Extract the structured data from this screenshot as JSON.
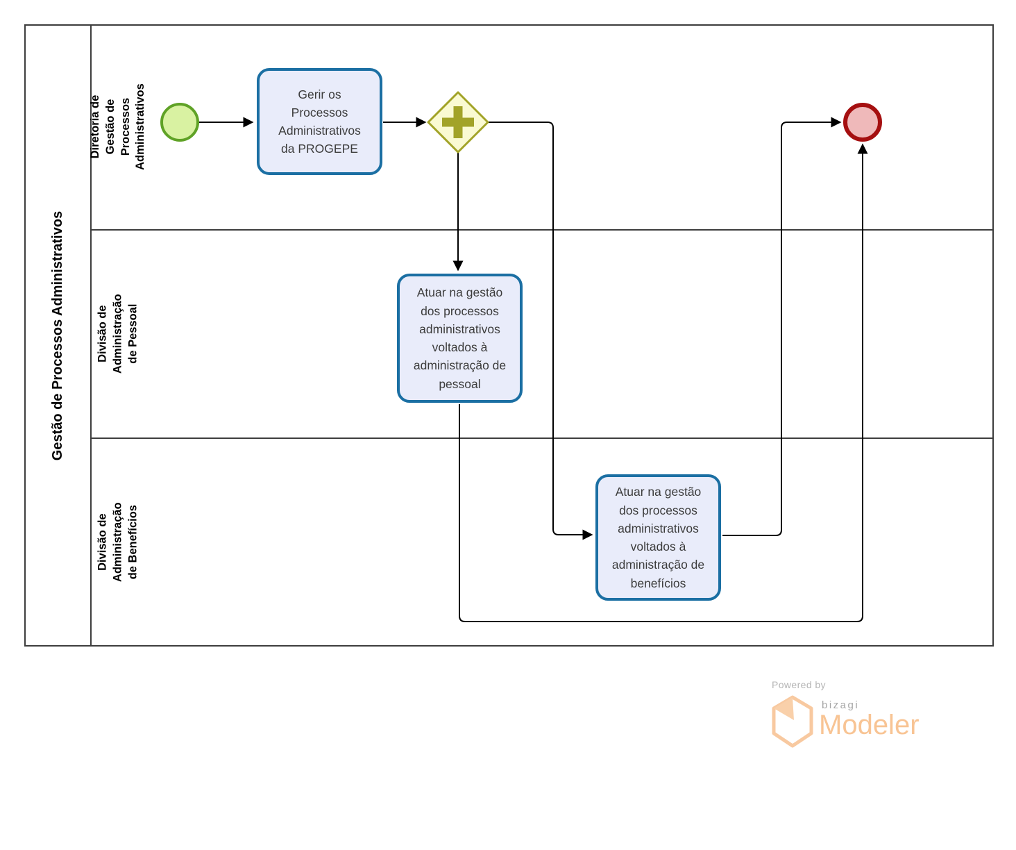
{
  "diagram": {
    "pool_title": "Gestão de Processos Administrativos",
    "lanes": [
      {
        "label": "Diretoria de Gestão de Processos Administrativos"
      },
      {
        "label": "Divisão de Administração de Pessoal"
      },
      {
        "label": "Divisão de Administração de Benefícios"
      }
    ],
    "nodes": {
      "start_event": {
        "kind": "start-event"
      },
      "task_gerir": {
        "label": "Gerir os Processos Administrativos da PROGEPE"
      },
      "gateway": {
        "kind": "parallel-gateway"
      },
      "task_pessoal": {
        "label": "Atuar na gestão dos processos administrativos voltados à administração de pessoal"
      },
      "task_beneficios": {
        "label": "Atuar na gestão dos processos administrativos voltados à administração de benefícios"
      },
      "end_event": {
        "kind": "end-event"
      }
    },
    "colors": {
      "task_fill": "#e9ecfa",
      "task_border": "#1b6fa3",
      "gateway_fill": "#fafad2",
      "gateway_border": "#a2a328",
      "start_fill": "#d9f2a2",
      "start_border": "#5fa226",
      "end_fill": "#efb9ba",
      "end_border": "#a50f10",
      "flow_line": "#000000"
    }
  },
  "footer": {
    "powered_by": "Powered by",
    "brand": "bizagi",
    "product": "Modeler",
    "brand_orange": "#f8c494",
    "brand_gray": "#a6a6a6"
  }
}
